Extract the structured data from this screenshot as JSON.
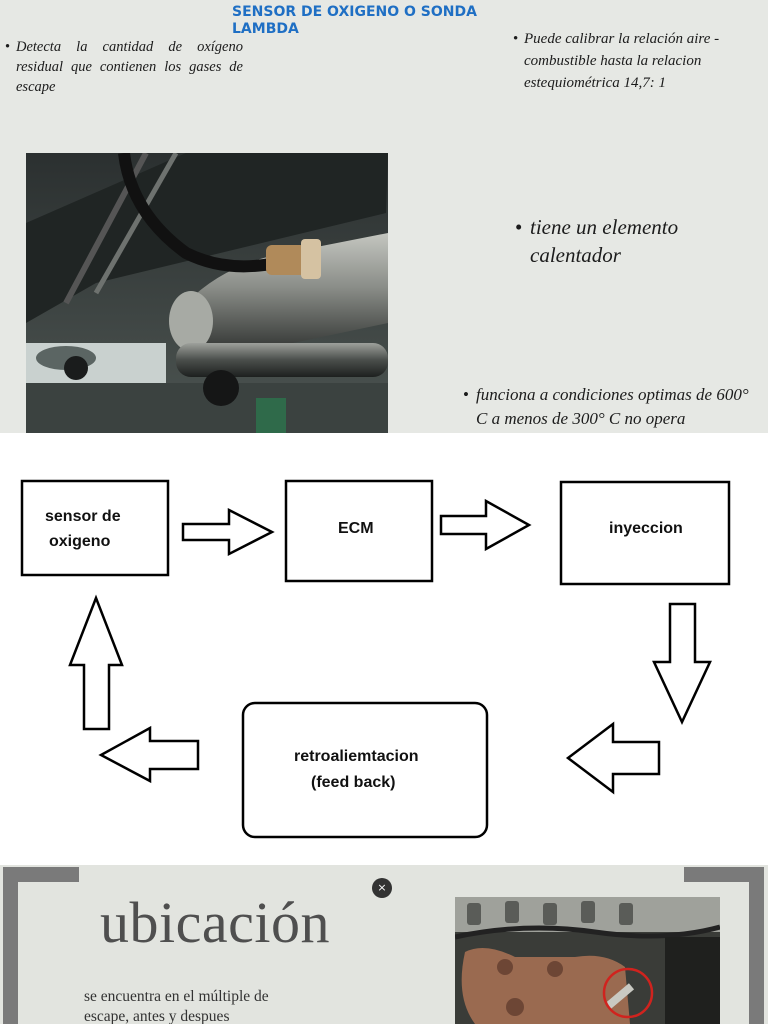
{
  "slide1": {
    "title": "SENSOR DE OXIGENO O SONDA LAMBDA",
    "bullet_marker": "•",
    "bullets": [
      "Detecta la cantidad de oxígeno residual que contienen los gases de escape",
      "Puede calibrar la relación aire - combustible hasta la relacion estequiométrica 14,7: 1",
      "tiene un elemento calentador",
      "funciona a condiciones optimas de 600° C a menos de 300° C no opera"
    ]
  },
  "diagram": {
    "boxes": {
      "sensor_line1": "sensor de",
      "sensor_line2": "oxigeno",
      "ecm": "ECM",
      "inyeccion": "inyeccion",
      "feedback_line1": "retroaliemtacion",
      "feedback_line2": "(feed back)"
    }
  },
  "slide3": {
    "heading": "ubicación",
    "close_symbol": "×",
    "body": "se encuentra en el múltiple de escape, antes y despues"
  },
  "colors": {
    "title_blue": "#1f6fc4",
    "slide_bg": "#e6e8e4",
    "frame_gray": "#7a7a7a"
  }
}
